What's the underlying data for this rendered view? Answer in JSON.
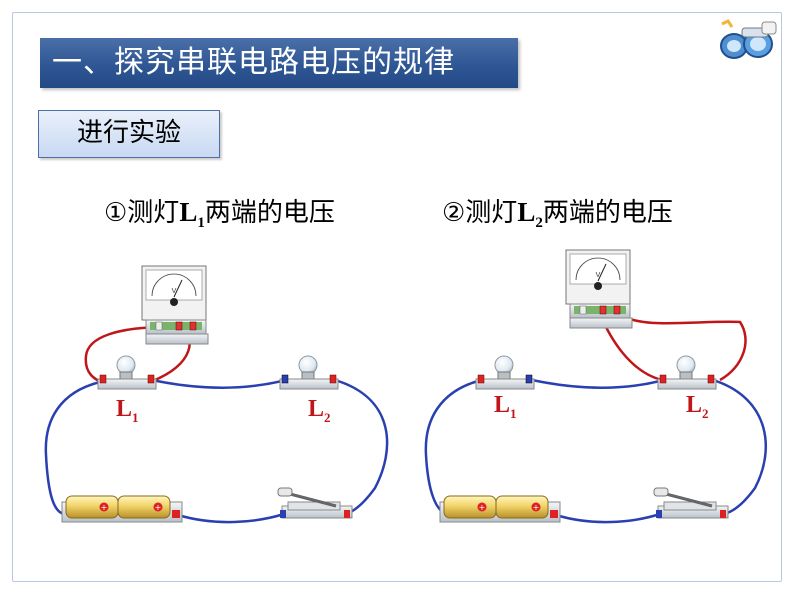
{
  "title": "一、探究串联电路电压的规律",
  "subtitle": "进行实验",
  "captions": {
    "left": {
      "prefix": "①测灯",
      "letter": "L",
      "sub": "1",
      "suffix": "两端的电压"
    },
    "right": {
      "prefix": "②测灯",
      "letter": "L",
      "sub": "2",
      "suffix": "两端的电压"
    }
  },
  "lamps": {
    "left_l1": {
      "letter": "L",
      "sub": "1"
    },
    "left_l2": {
      "letter": "L",
      "sub": "2"
    },
    "right_l1": {
      "letter": "L",
      "sub": "1"
    },
    "right_l2": {
      "letter": "L",
      "sub": "2"
    }
  },
  "meter_symbol": "V",
  "colors": {
    "title_bg": "#2d5593",
    "wire_blue": "#2a3fb0",
    "wire_red": "#c0161a",
    "lamp_label": "#c0161a"
  }
}
